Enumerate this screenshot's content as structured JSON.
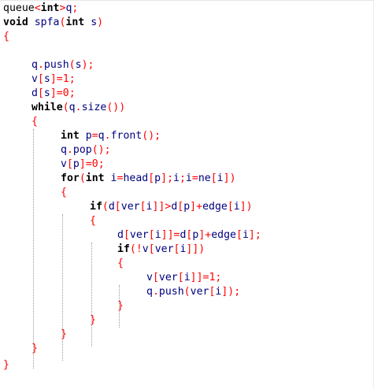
{
  "editor": {
    "lines": [
      {
        "tokens": [
          {
            "t": "queue",
            "c": "p"
          },
          {
            "t": "<",
            "c": "o"
          },
          {
            "t": "int",
            "c": "k"
          },
          {
            "t": ">",
            "c": "o"
          },
          {
            "t": "q",
            "c": "i"
          },
          {
            "t": ";",
            "c": "o"
          }
        ]
      },
      {
        "tokens": [
          {
            "t": "void",
            "c": "k"
          },
          {
            "t": " spfa",
            "c": "i"
          },
          {
            "t": "(",
            "c": "o"
          },
          {
            "t": "int",
            "c": "k"
          },
          {
            "t": " s",
            "c": "i"
          },
          {
            "t": ")",
            "c": "o"
          }
        ]
      },
      {
        "tokens": [
          {
            "t": "{",
            "c": "o"
          }
        ]
      },
      {
        "tokens": []
      },
      {
        "tokens": [
          {
            "t": "q",
            "c": "i"
          },
          {
            "t": ".",
            "c": "o"
          },
          {
            "t": "push",
            "c": "i"
          },
          {
            "t": "(",
            "c": "o"
          },
          {
            "t": "s",
            "c": "i"
          },
          {
            "t": ");",
            "c": "o"
          }
        ]
      },
      {
        "tokens": [
          {
            "t": "v",
            "c": "i"
          },
          {
            "t": "[",
            "c": "o"
          },
          {
            "t": "s",
            "c": "i"
          },
          {
            "t": "]=",
            "c": "o"
          },
          {
            "t": "1",
            "c": "n"
          },
          {
            "t": ";",
            "c": "o"
          }
        ]
      },
      {
        "tokens": [
          {
            "t": "d",
            "c": "i"
          },
          {
            "t": "[",
            "c": "o"
          },
          {
            "t": "s",
            "c": "i"
          },
          {
            "t": "]=",
            "c": "o"
          },
          {
            "t": "0",
            "c": "n"
          },
          {
            "t": ";",
            "c": "o"
          }
        ]
      },
      {
        "tokens": [
          {
            "t": "while",
            "c": "k"
          },
          {
            "t": "(",
            "c": "o"
          },
          {
            "t": "q",
            "c": "i"
          },
          {
            "t": ".",
            "c": "o"
          },
          {
            "t": "size",
            "c": "i"
          },
          {
            "t": "())",
            "c": "o"
          }
        ]
      },
      {
        "tokens": [
          {
            "t": "{",
            "c": "o"
          }
        ]
      },
      {
        "tokens": [
          {
            "t": "int",
            "c": "k"
          },
          {
            "t": " p",
            "c": "i"
          },
          {
            "t": "=",
            "c": "o"
          },
          {
            "t": "q",
            "c": "i"
          },
          {
            "t": ".",
            "c": "o"
          },
          {
            "t": "front",
            "c": "i"
          },
          {
            "t": "();",
            "c": "o"
          }
        ]
      },
      {
        "tokens": [
          {
            "t": "q",
            "c": "i"
          },
          {
            "t": ".",
            "c": "o"
          },
          {
            "t": "pop",
            "c": "i"
          },
          {
            "t": "();",
            "c": "o"
          }
        ]
      },
      {
        "tokens": [
          {
            "t": "v",
            "c": "i"
          },
          {
            "t": "[",
            "c": "o"
          },
          {
            "t": "p",
            "c": "i"
          },
          {
            "t": "]=",
            "c": "o"
          },
          {
            "t": "0",
            "c": "n"
          },
          {
            "t": ";",
            "c": "o"
          }
        ]
      },
      {
        "tokens": [
          {
            "t": "for",
            "c": "k"
          },
          {
            "t": "(",
            "c": "o"
          },
          {
            "t": "int",
            "c": "k"
          },
          {
            "t": " i",
            "c": "i"
          },
          {
            "t": "=",
            "c": "o"
          },
          {
            "t": "head",
            "c": "i"
          },
          {
            "t": "[",
            "c": "o"
          },
          {
            "t": "p",
            "c": "i"
          },
          {
            "t": "];",
            "c": "o"
          },
          {
            "t": "i",
            "c": "i"
          },
          {
            "t": ";",
            "c": "o"
          },
          {
            "t": "i",
            "c": "i"
          },
          {
            "t": "=",
            "c": "o"
          },
          {
            "t": "ne",
            "c": "i"
          },
          {
            "t": "[",
            "c": "o"
          },
          {
            "t": "i",
            "c": "i"
          },
          {
            "t": "])",
            "c": "o"
          }
        ]
      },
      {
        "tokens": [
          {
            "t": "{",
            "c": "o"
          }
        ]
      },
      {
        "tokens": [
          {
            "t": "if",
            "c": "k"
          },
          {
            "t": "(",
            "c": "o"
          },
          {
            "t": "d",
            "c": "i"
          },
          {
            "t": "[",
            "c": "o"
          },
          {
            "t": "ver",
            "c": "i"
          },
          {
            "t": "[",
            "c": "o"
          },
          {
            "t": "i",
            "c": "i"
          },
          {
            "t": "]]>",
            "c": "o"
          },
          {
            "t": "d",
            "c": "i"
          },
          {
            "t": "[",
            "c": "o"
          },
          {
            "t": "p",
            "c": "i"
          },
          {
            "t": "]+",
            "c": "o"
          },
          {
            "t": "edge",
            "c": "i"
          },
          {
            "t": "[",
            "c": "o"
          },
          {
            "t": "i",
            "c": "i"
          },
          {
            "t": "])",
            "c": "o"
          }
        ]
      },
      {
        "tokens": [
          {
            "t": "{",
            "c": "o"
          }
        ]
      },
      {
        "tokens": [
          {
            "t": "d",
            "c": "i"
          },
          {
            "t": "[",
            "c": "o"
          },
          {
            "t": "ver",
            "c": "i"
          },
          {
            "t": "[",
            "c": "o"
          },
          {
            "t": "i",
            "c": "i"
          },
          {
            "t": "]]=",
            "c": "o"
          },
          {
            "t": "d",
            "c": "i"
          },
          {
            "t": "[",
            "c": "o"
          },
          {
            "t": "p",
            "c": "i"
          },
          {
            "t": "]+",
            "c": "o"
          },
          {
            "t": "edge",
            "c": "i"
          },
          {
            "t": "[",
            "c": "o"
          },
          {
            "t": "i",
            "c": "i"
          },
          {
            "t": "];",
            "c": "o"
          }
        ]
      },
      {
        "tokens": [
          {
            "t": "if",
            "c": "k"
          },
          {
            "t": "(!",
            "c": "o"
          },
          {
            "t": "v",
            "c": "i"
          },
          {
            "t": "[",
            "c": "o"
          },
          {
            "t": "ver",
            "c": "i"
          },
          {
            "t": "[",
            "c": "o"
          },
          {
            "t": "i",
            "c": "i"
          },
          {
            "t": "]])",
            "c": "o"
          }
        ]
      },
      {
        "tokens": [
          {
            "t": "{",
            "c": "o"
          }
        ]
      },
      {
        "tokens": [
          {
            "t": "v",
            "c": "i"
          },
          {
            "t": "[",
            "c": "o"
          },
          {
            "t": "ver",
            "c": "i"
          },
          {
            "t": "[",
            "c": "o"
          },
          {
            "t": "i",
            "c": "i"
          },
          {
            "t": "]]=",
            "c": "o"
          },
          {
            "t": "1",
            "c": "n"
          },
          {
            "t": ";",
            "c": "o"
          }
        ]
      },
      {
        "tokens": [
          {
            "t": "q",
            "c": "i"
          },
          {
            "t": ".",
            "c": "o"
          },
          {
            "t": "push",
            "c": "i"
          },
          {
            "t": "(",
            "c": "o"
          },
          {
            "t": "ver",
            "c": "i"
          },
          {
            "t": "[",
            "c": "o"
          },
          {
            "t": "i",
            "c": "i"
          },
          {
            "t": "]);",
            "c": "o"
          }
        ]
      },
      {
        "tokens": [
          {
            "t": "}",
            "c": "o"
          }
        ]
      },
      {
        "tokens": [
          {
            "t": "}",
            "c": "o"
          }
        ]
      },
      {
        "tokens": [
          {
            "t": "}",
            "c": "o"
          }
        ]
      },
      {
        "tokens": [
          {
            "t": "}",
            "c": "o"
          }
        ]
      },
      {
        "tokens": [
          {
            "t": "}",
            "c": "o"
          }
        ]
      }
    ],
    "colors": {
      "keyword": "#000000",
      "identifier": "#000080",
      "operator": "#ff0000",
      "number": "#ff0000",
      "plain": "#000000",
      "indent_guide": "#9a9a9a",
      "background": "#ffffff"
    }
  }
}
